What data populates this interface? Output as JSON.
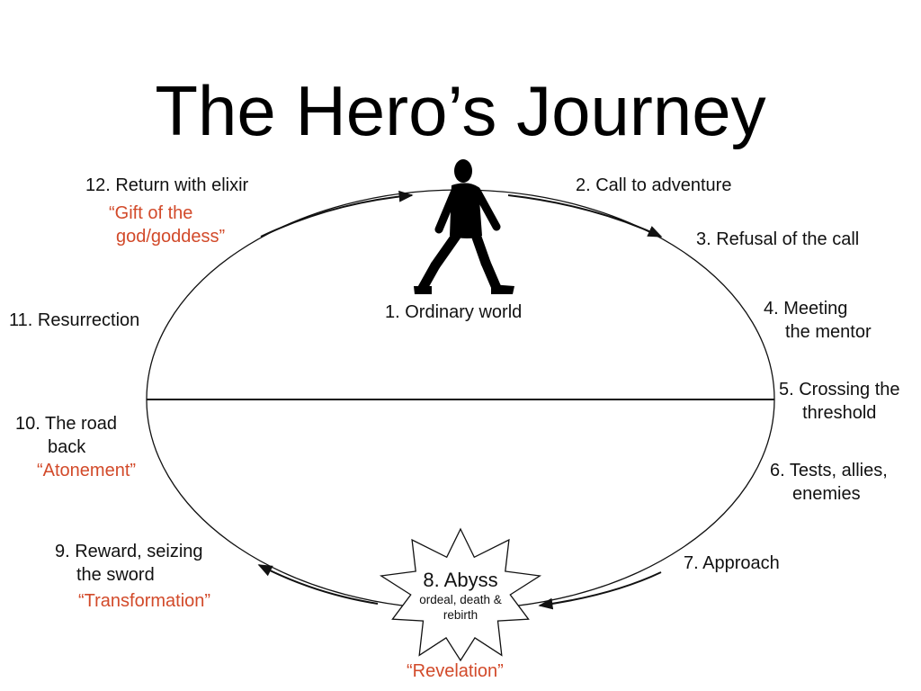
{
  "title": "The Hero’s Journey",
  "stages": {
    "s1": "1. Ordinary world",
    "s2": "2. Call to adventure",
    "s3": "3. Refusal of the call",
    "s4a": "4. Meeting",
    "s4b": "the mentor",
    "s5a": "5. Crossing the",
    "s5b": "threshold",
    "s6a": "6. Tests, allies,",
    "s6b": "enemies",
    "s7": "7. Approach",
    "s8": "8. Abyss",
    "s8a": "ordeal, death &",
    "s8b": "rebirth",
    "s9a": "9. Reward, seizing",
    "s9b": "the sword",
    "s10a": "10. The road",
    "s10b": "back",
    "s11": "11. Resurrection",
    "s12": "12. Return with elixir"
  },
  "quotes": {
    "q12a": "“Gift of the",
    "q12b": "god/goddess”",
    "q10": "“Atonement”",
    "q9": "“Transformation”",
    "q8": "“Revelation”"
  },
  "colors": {
    "accent": "#d24a2a",
    "line": "#111111"
  },
  "icons": {
    "hero": "walking-person-icon",
    "abyss": "starburst-icon"
  }
}
